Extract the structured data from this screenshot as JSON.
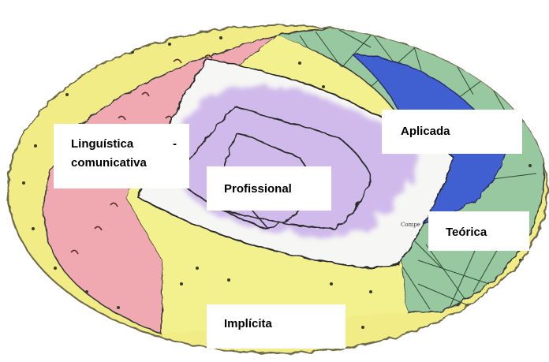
{
  "labels": {
    "linguistica_line1_word": "Linguística",
    "linguistica_line1_dash": "-",
    "linguistica_line2": "comunicativa",
    "aplicada": "Aplicada",
    "profissional": "Profissional",
    "teorica": "Teórica",
    "implicita": "Implícita",
    "handwritten_comp": "Compe"
  },
  "colors": {
    "outer_ellipse": "#f2ec86",
    "left_region": "#f0a9b0",
    "blue_region": "#3f5fd0",
    "green_region": "#98c8a0",
    "purple_region": "#c9b0ea",
    "line": "#2a2a2a"
  }
}
